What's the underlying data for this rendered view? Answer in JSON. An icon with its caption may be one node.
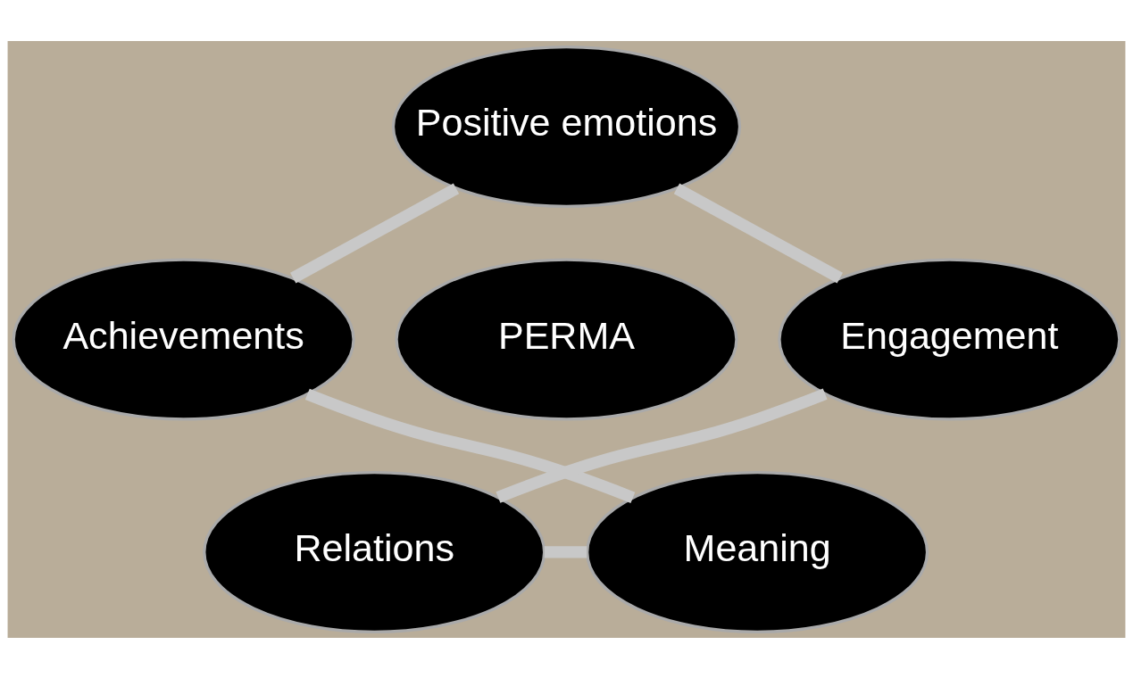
{
  "diagram": {
    "nodes": [
      {
        "text": [
          "Positive emotions"
        ]
      },
      {
        "text": [
          "Achievements"
        ]
      },
      {
        "text": [
          "Engagement"
        ]
      },
      {
        "text": [
          "PERMA"
        ]
      },
      {
        "text": [
          "Relations"
        ]
      },
      {
        "text": [
          "Meaning"
        ]
      }
    ],
    "edges": [
      {
        "from": 0,
        "to": 2,
        "arrow": "none"
      },
      {
        "from": 2,
        "to": 4,
        "arrow": "none"
      },
      {
        "from": 4,
        "to": 5,
        "arrow": "none"
      },
      {
        "from": 1,
        "to": 5,
        "arrow": "none"
      },
      {
        "from": 0,
        "to": 1,
        "arrow": "none"
      }
    ]
  }
}
